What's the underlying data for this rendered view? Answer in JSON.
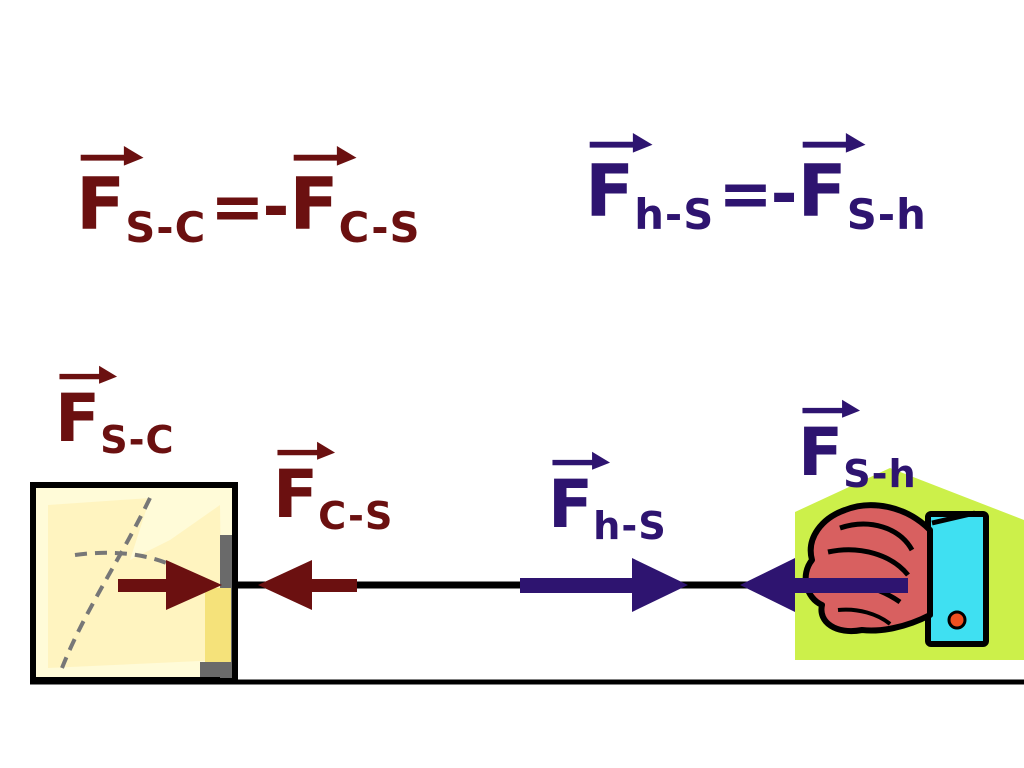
{
  "equations": [
    {
      "symbol": "F",
      "lhs_subscript": "S-C",
      "operator": "=-",
      "rhs_subscript": "C-S",
      "color": "#6b1010"
    },
    {
      "symbol": "F",
      "lhs_subscript": "h-S",
      "operator": "=-",
      "rhs_subscript": "S-h",
      "color": "#2e1470"
    }
  ],
  "force_labels": {
    "f_sc": {
      "symbol": "F",
      "subscript": "S-C",
      "color": "#6b1010"
    },
    "f_cs": {
      "symbol": "F",
      "subscript": "C-S",
      "color": "#6b1010"
    },
    "f_hs": {
      "symbol": "F",
      "subscript": "h-S",
      "color": "#2e1470"
    },
    "f_sh": {
      "symbol": "F",
      "subscript": "S-h",
      "color": "#2e1470"
    }
  },
  "scene": {
    "crate_fill": "#fffbd8",
    "crate_shadow": "#6a6a6a",
    "crate_highlight": "#f5e27a",
    "rope_color": "#000000",
    "ground_color": "#000000",
    "hand_skin": "#d86060",
    "sleeve_color": "#3fe0f2",
    "backdrop_color": "#ccf04a",
    "button_color": "#f05020"
  }
}
